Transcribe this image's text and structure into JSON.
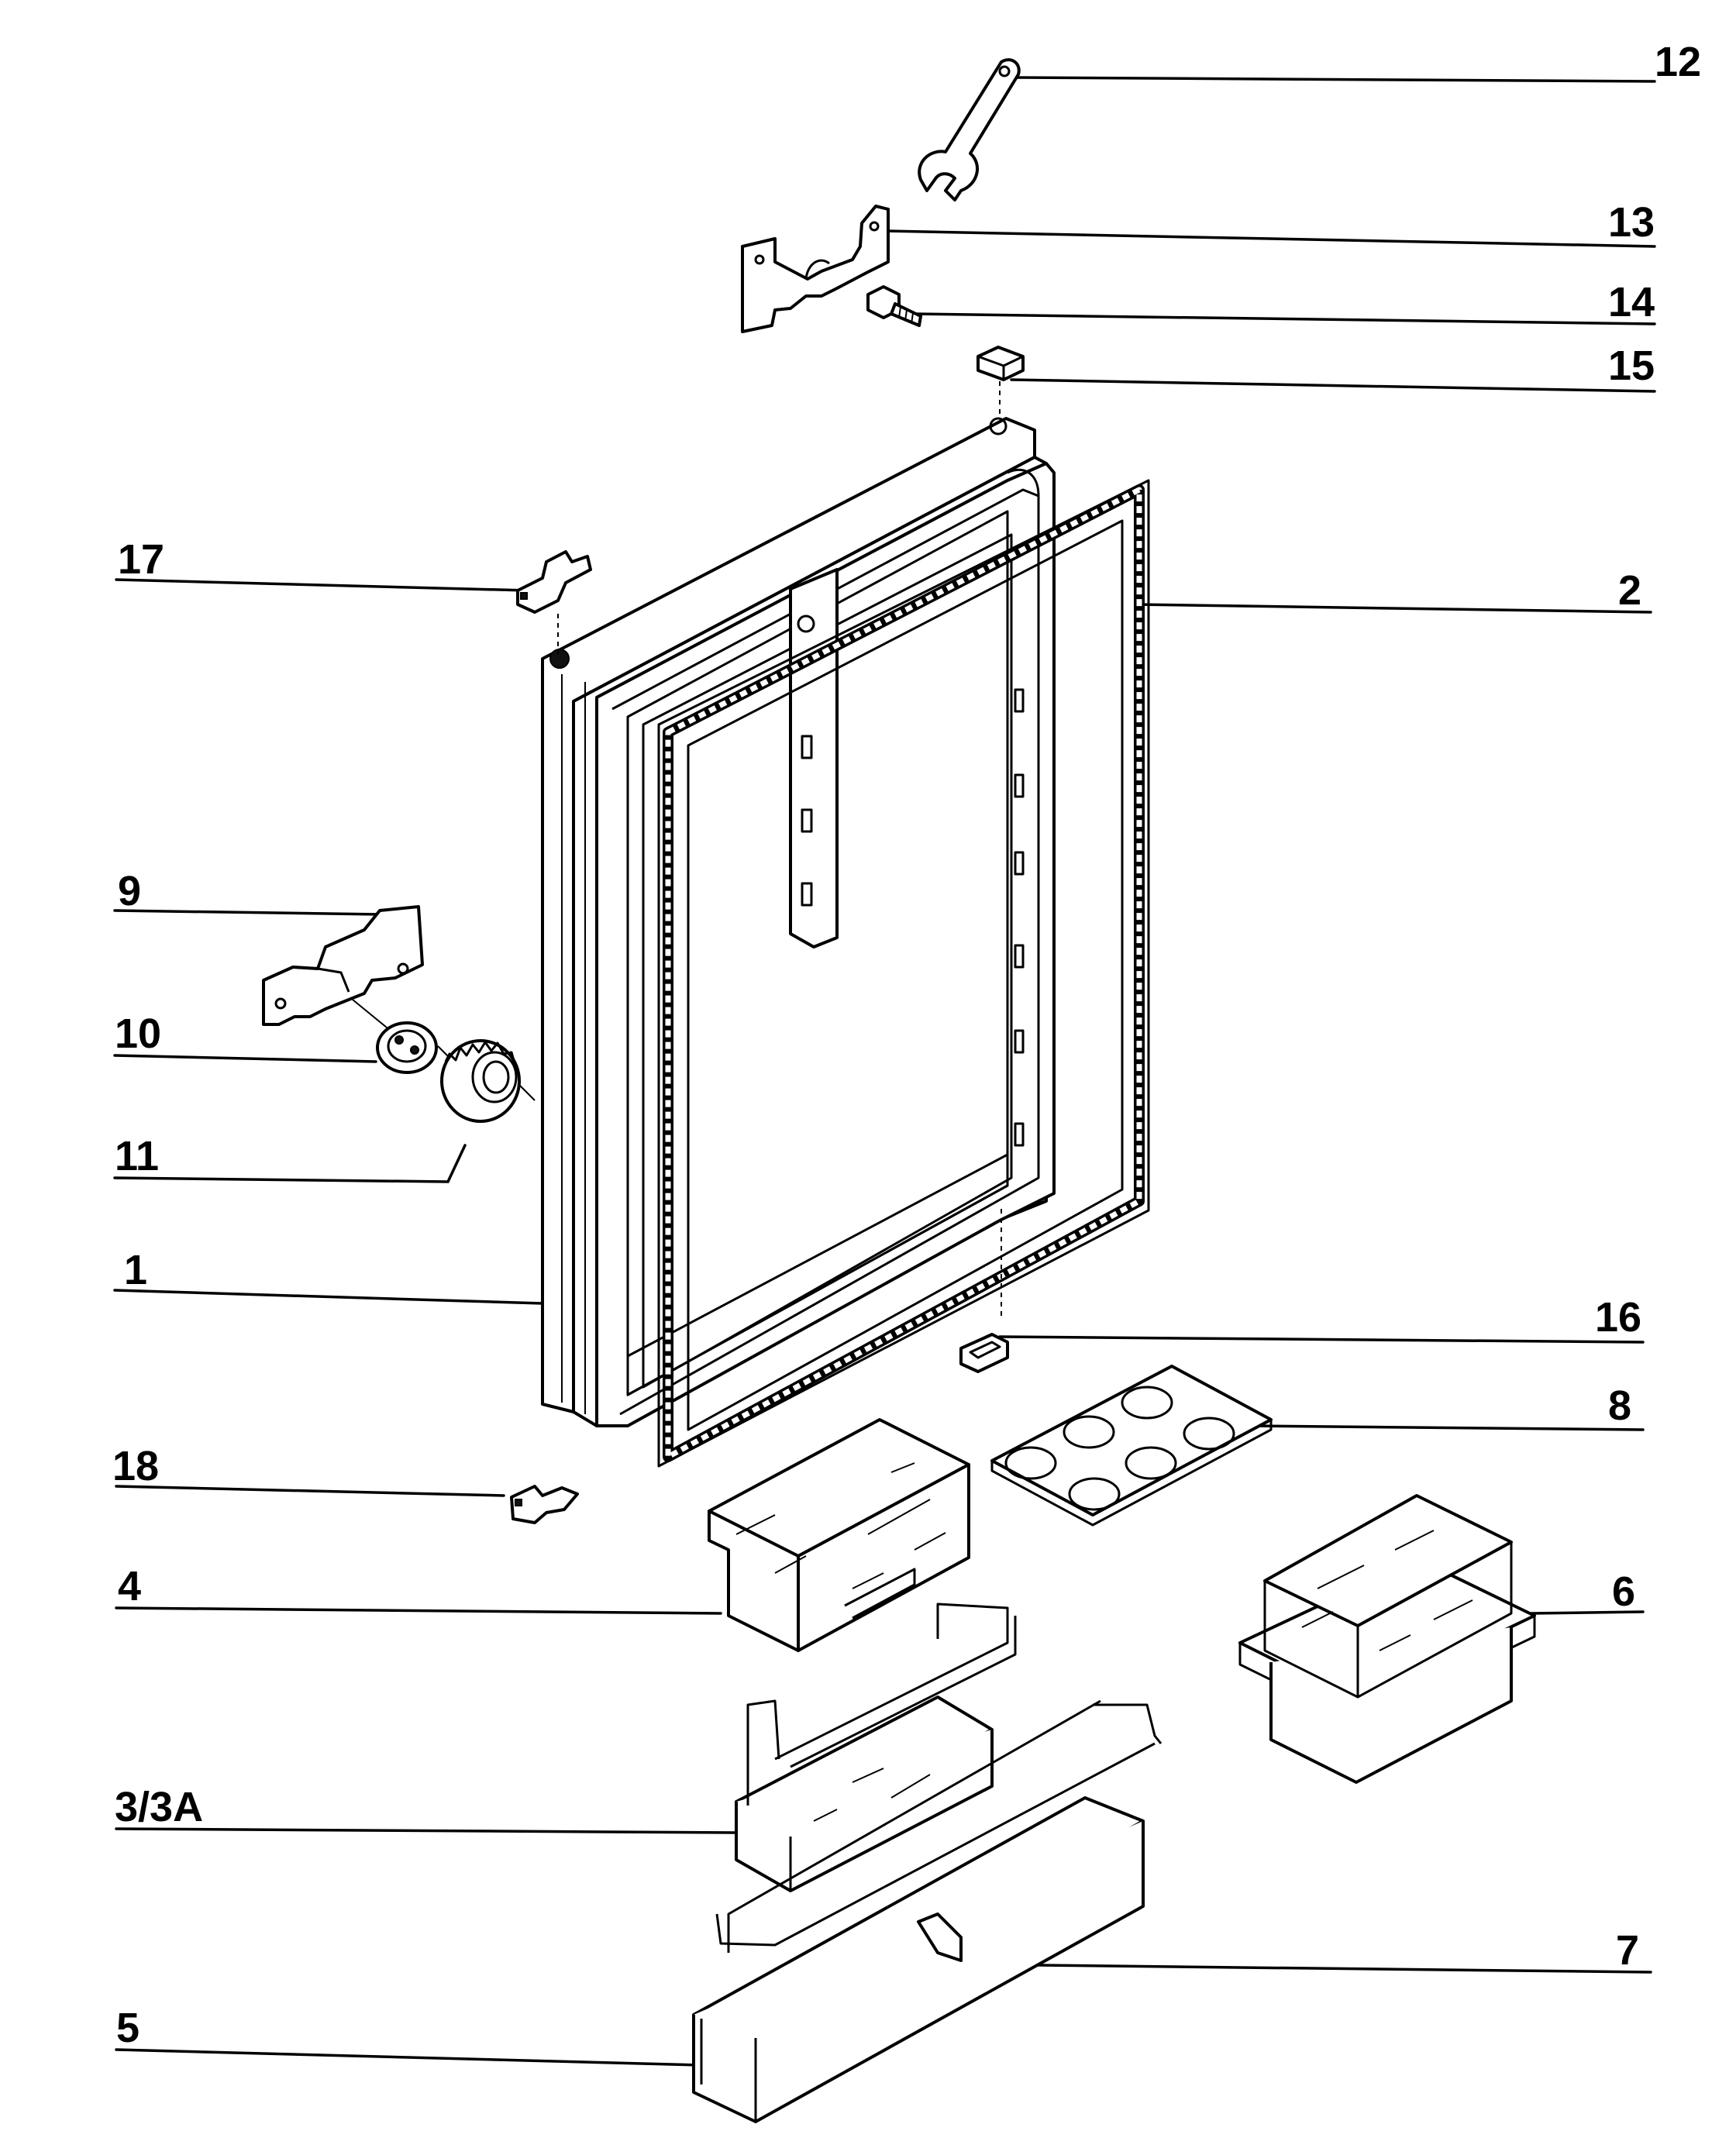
{
  "labels": {
    "p12": "12",
    "p13": "13",
    "p14": "14",
    "p15": "15",
    "p17": "17",
    "p2": "2",
    "p9": "9",
    "p10": "10",
    "p11": "11",
    "p1": "1",
    "p16": "16",
    "p8": "8",
    "p18": "18",
    "p4": "4",
    "p6": "6",
    "p3": "3/3A",
    "p7": "7",
    "p5": "5"
  }
}
